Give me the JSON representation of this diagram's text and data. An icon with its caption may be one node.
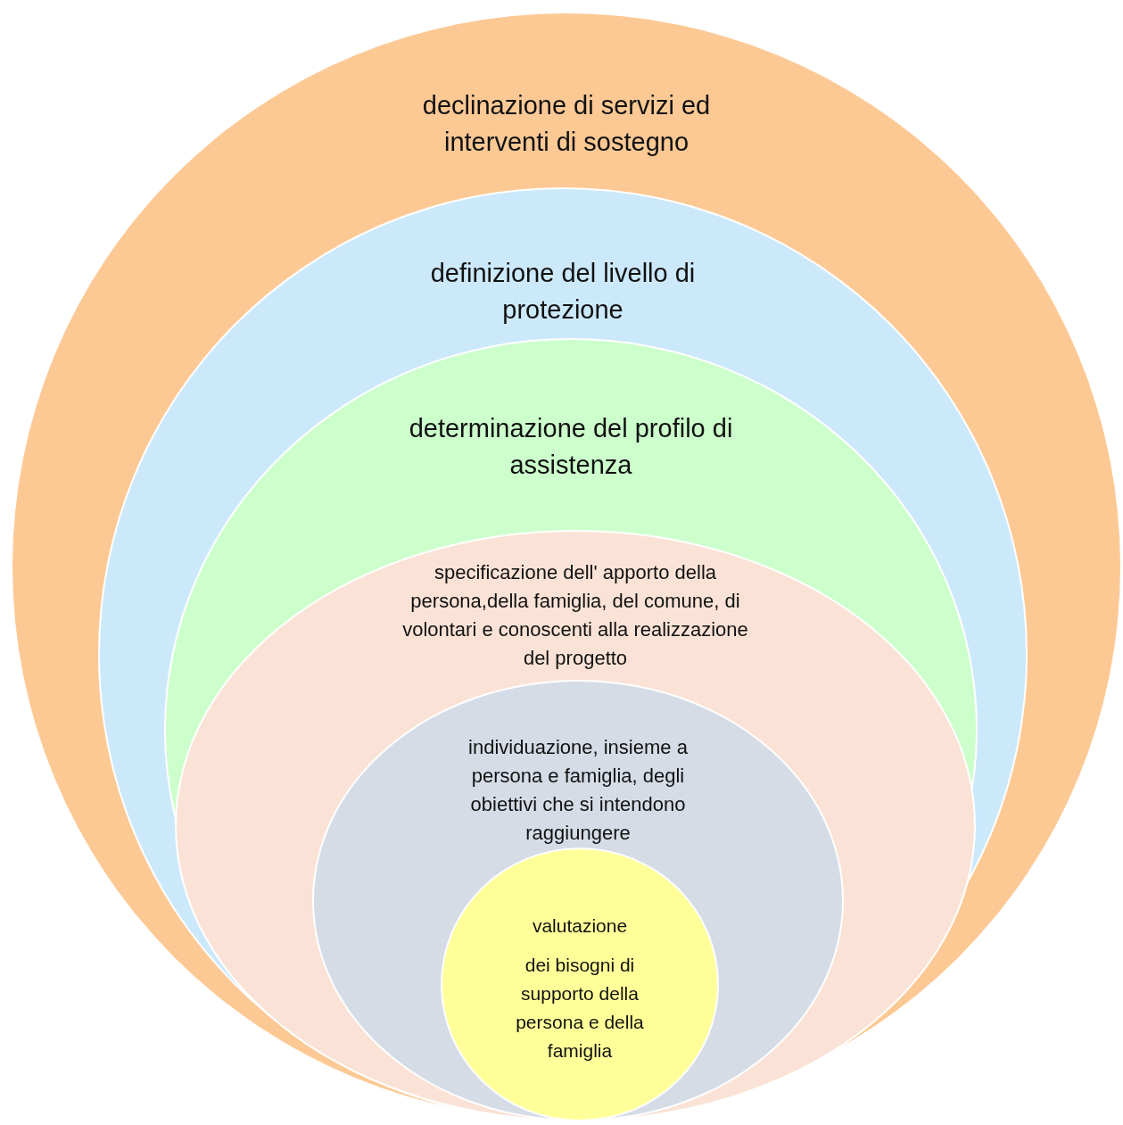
{
  "diagram": {
    "nodes": [
      {
        "text": [
          "declinazione di servizi ed interventi di sostegno"
        ]
      },
      {
        "text": [
          "definizione del livello di protezione"
        ],
        "in": 0
      },
      {
        "text": [
          "determinazione del profilo di assistenza"
        ],
        "in": 1
      },
      {
        "text": [
          "specificazione dell' apporto della persona,della famiglia, del comune, di volontari e conoscenti alla realizzazione del progetto"
        ],
        "in": 2
      },
      {
        "text": [
          "individuazione, insieme a persona e famiglia, degli obiettivi che si intendono raggiungere"
        ],
        "in": 3
      },
      {
        "text": [
          "valutazione",
          "dei bisogni di supporto della persona e della famiglia"
        ],
        "in": 4
      }
    ]
  }
}
